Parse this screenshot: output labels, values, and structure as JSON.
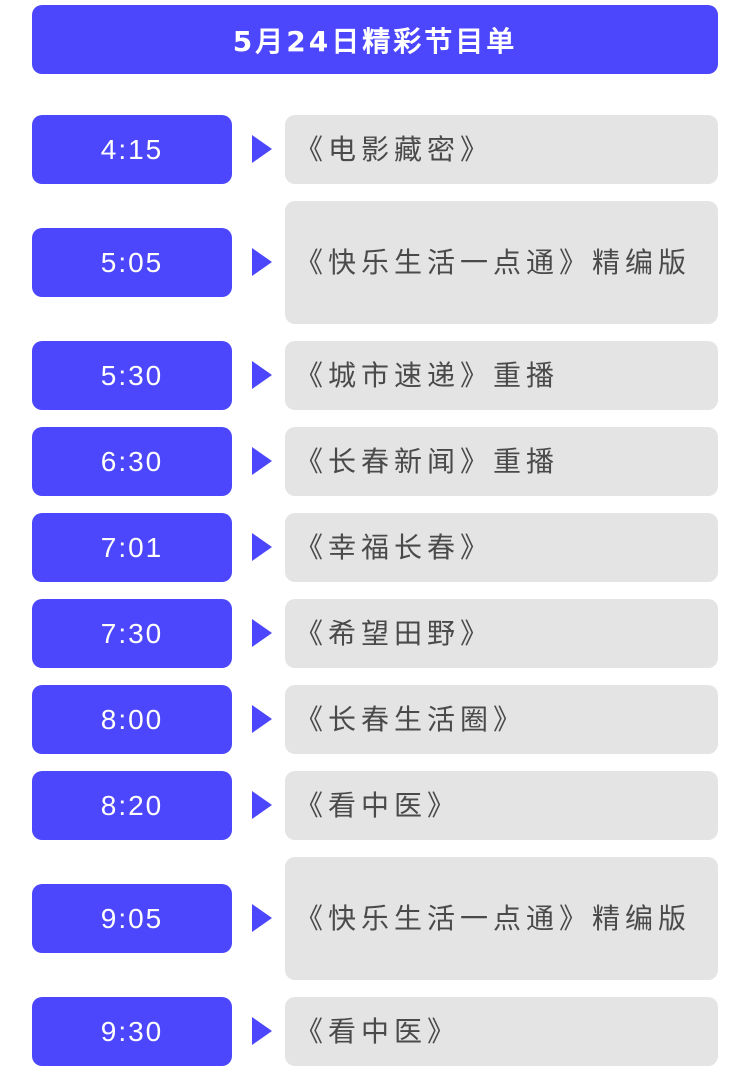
{
  "header": {
    "title": "5月24日精彩节目单"
  },
  "colors": {
    "accent": "#4c47fc",
    "content_bg": "#e4e4e4",
    "content_text": "#4a4a4a"
  },
  "schedule": [
    {
      "time": "4:15",
      "program": "《电影藏密》"
    },
    {
      "time": "5:05",
      "program": "《快乐生活一点通》精编版"
    },
    {
      "time": "5:30",
      "program": "《城市速递》重播"
    },
    {
      "time": "6:30",
      "program": "《长春新闻》重播"
    },
    {
      "time": "7:01",
      "program": "《幸福长春》"
    },
    {
      "time": "7:30",
      "program": "《希望田野》"
    },
    {
      "time": "8:00",
      "program": "《长春生活圈》"
    },
    {
      "time": "8:20",
      "program": "《看中医》"
    },
    {
      "time": "9:05",
      "program": "《快乐生活一点通》精编版"
    },
    {
      "time": "9:30",
      "program": "《看中医》"
    }
  ]
}
